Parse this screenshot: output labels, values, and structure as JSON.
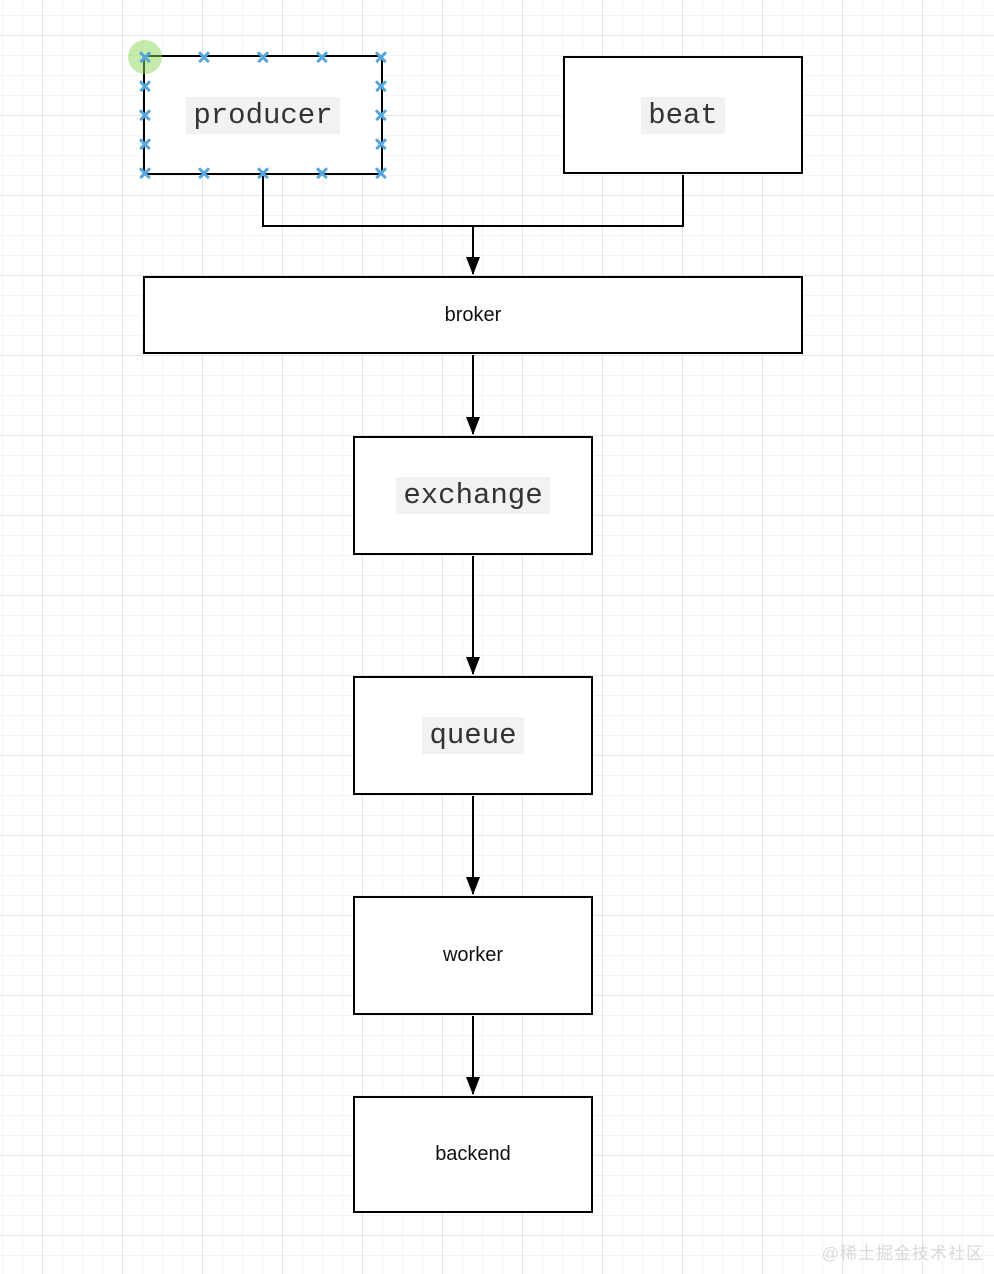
{
  "diagram": {
    "nodes": [
      {
        "id": "producer",
        "label": "producer",
        "text_style": "mono-highlight",
        "selected": true
      },
      {
        "id": "beat",
        "label": "beat",
        "text_style": "mono-highlight",
        "selected": false
      },
      {
        "id": "broker",
        "label": "broker",
        "text_style": "sans",
        "selected": false
      },
      {
        "id": "exchange",
        "label": "exchange",
        "text_style": "mono-highlight",
        "selected": false
      },
      {
        "id": "queue",
        "label": "queue",
        "text_style": "mono-highlight",
        "selected": false
      },
      {
        "id": "worker",
        "label": "worker",
        "text_style": "sans",
        "selected": false
      },
      {
        "id": "backend",
        "label": "backend",
        "text_style": "sans",
        "selected": false
      }
    ],
    "edges": [
      {
        "from": "producer",
        "to": "broker"
      },
      {
        "from": "beat",
        "to": "broker"
      },
      {
        "from": "broker",
        "to": "exchange"
      },
      {
        "from": "exchange",
        "to": "queue"
      },
      {
        "from": "queue",
        "to": "worker"
      },
      {
        "from": "worker",
        "to": "backend"
      }
    ],
    "selection": {
      "selected_node": "producer",
      "handle_color": "#55a6dd",
      "endpoint_color": "#8cd85a"
    },
    "colors": {
      "node_border": "#000000",
      "edge_stroke": "#000000",
      "label_highlight_bg": "#f2f2f2",
      "canvas_bg": "#ffffff",
      "grid_minor": "#f4f4f4",
      "grid_major": "#e4e4e4",
      "watermark": "#d9d9d9"
    }
  },
  "watermark": {
    "text": "@稀土掘金技术社区"
  }
}
